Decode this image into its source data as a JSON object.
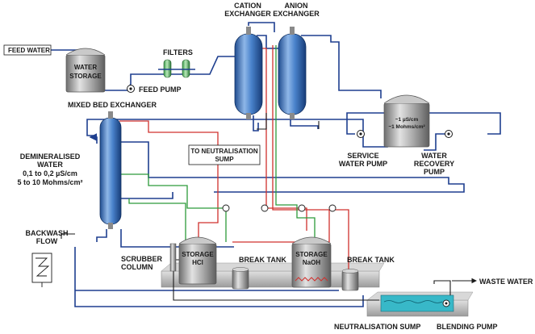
{
  "labels": {
    "feed_water": "FEED WATER",
    "water_storage": [
      "WATER",
      "STORAGE"
    ],
    "filters": "FILTERS",
    "feed_pump": "FEED PUMP",
    "cation_exchanger": [
      "CATION",
      "EXCHANGER"
    ],
    "anion_exchanger": [
      "ANION",
      "EXCHANGER"
    ],
    "mixed_bed_exchanger": "MIXED BED EXCHANGER",
    "demineralised_water": [
      "DEMINERALISED",
      "WATER",
      "0,1 to 0,2 µS/cm",
      "5 to 10 Mohms/cm²"
    ],
    "to_neutralisation_sump": [
      "TO NEUTRALISATION",
      "SUMP"
    ],
    "product_tank_spec": [
      "~1 µS/cm",
      "~1 Mohms/cm²"
    ],
    "service_water_pump": [
      "SERVICE",
      "WATER PUMP"
    ],
    "water_recovery_pump": [
      "WATER",
      "RECOVERY",
      "PUMP"
    ],
    "backwash_flow": [
      "BACKWASH",
      "FLOW"
    ],
    "scrubber_column": [
      "SCRUBBER",
      "COLUMN"
    ],
    "storage_hcl": [
      "STORAGE",
      "HCl"
    ],
    "break_tank_1": "BREAK TANK",
    "storage_naoh": [
      "STORAGE",
      "NaOH"
    ],
    "break_tank_2": "BREAK TANK",
    "waste_water": "WASTE WATER",
    "neutralisation_sump": "NEUTRALISATION SUMP",
    "blending_pump": "BLENDING PUMP"
  },
  "colors": {
    "water_line": "#1e3f8f",
    "acid_line": "#d0312d",
    "caustic_line": "#2c9a3a",
    "vessel_blue": "#3b74c0",
    "tank_grey": "#9a9a9a",
    "platform_grey": "#c4c4c4",
    "sump_water": "#38b8c8"
  }
}
